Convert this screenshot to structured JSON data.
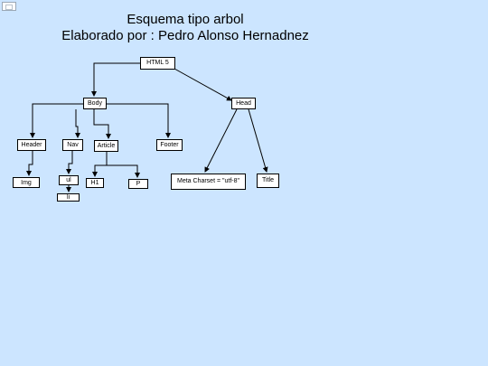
{
  "title_line1": "Esquema tipo arbol",
  "title_line2": "Elaborado por : Pedro Alonso Hernadnez",
  "nodes": {
    "html": "HTML 5",
    "body": "Body",
    "head": "Head",
    "header": "Header",
    "nav": "Nav",
    "article": "Article",
    "footer": "Footer",
    "img": "Img",
    "ul": "ul",
    "li": "li",
    "h1": "H1",
    "p": "P",
    "meta": "Meta Charset = \"utf-8\"",
    "title": "Title"
  }
}
